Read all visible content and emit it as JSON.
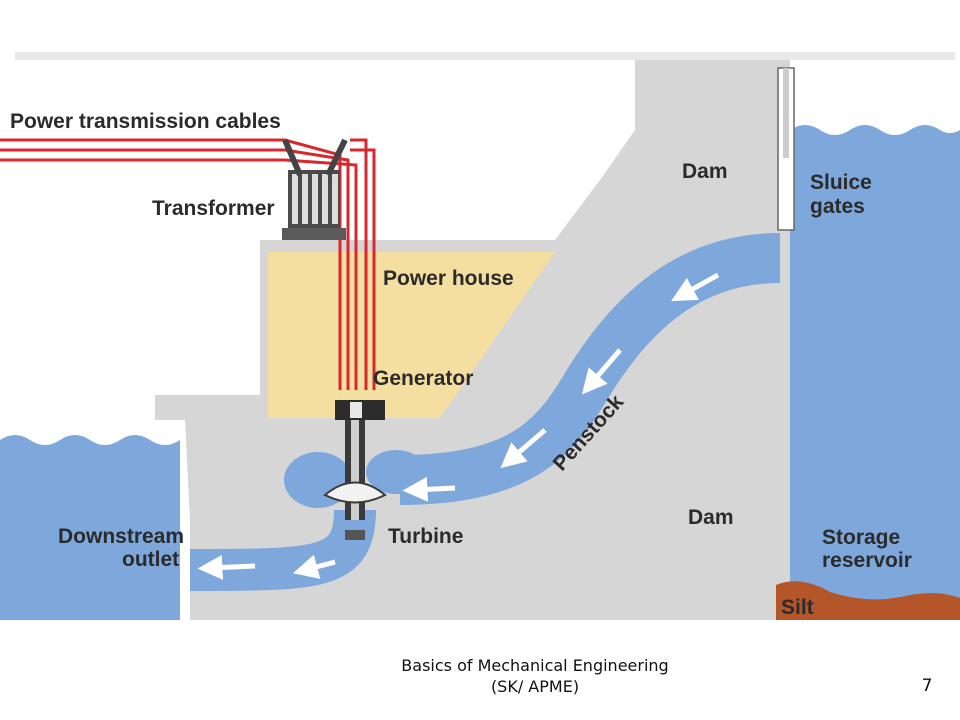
{
  "diagram": {
    "labels": {
      "power_transmission_cables": "Power transmission cables",
      "transformer": "Transformer",
      "power_house": "Power house",
      "generator": "Generator",
      "turbine": "Turbine",
      "downstream_line1": "Downstream",
      "downstream_line2": "outlet",
      "penstock": "Penstock",
      "dam_top": "Dam",
      "dam_bottom": "Dam",
      "sluice_line1": "Sluice",
      "sluice_line2": "gates",
      "storage_line1": "Storage",
      "storage_line2": "reservoir",
      "silt": "Silt"
    },
    "colors": {
      "water": "#7ea8dc",
      "concrete": "#d6d6d6",
      "power_house": "#f5dfa0",
      "cable": "#d8282e",
      "silt": "#b5562a"
    }
  },
  "footer": {
    "line1": "Basics of Mechanical Engineering",
    "line2": "(SK/ APME)",
    "page": "7"
  }
}
